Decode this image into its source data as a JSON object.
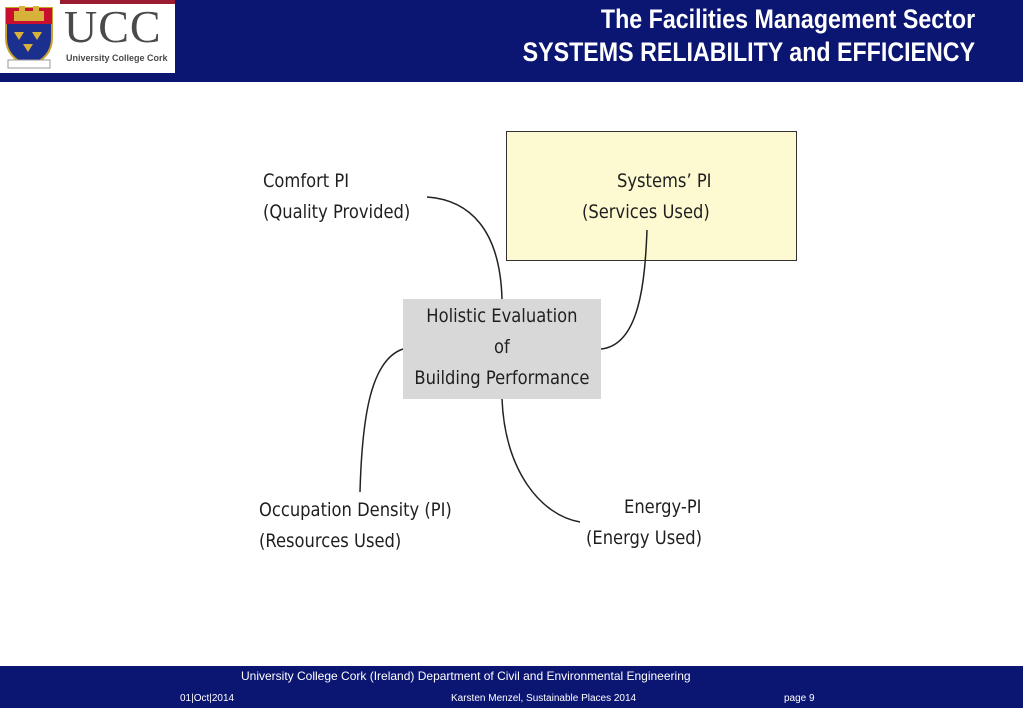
{
  "header": {
    "logo_word": "UCC",
    "logo_subtitle": "University College Cork",
    "title_line1": "The Facilities Management Sector",
    "title_line2": "SYSTEMS RELIABILITY and EFFICIENCY"
  },
  "diagram": {
    "center": [
      "Holistic Evaluation",
      "of",
      "Building Performance"
    ],
    "comfort": [
      "Comfort PI",
      "(Quality Provided)"
    ],
    "systems": [
      "Systems’ PI",
      "(Services Used)"
    ],
    "occupation": [
      "Occupation Density (PI)",
      "(Resources Used)"
    ],
    "energy": [
      "Energy-PI",
      "(Energy Used)"
    ]
  },
  "colors": {
    "header_bg": "#0b1572",
    "systems_box_fill": "#fdfad2",
    "center_box_fill": "#d8d8d8"
  },
  "footer": {
    "main": "University  College  Cork   (Ireland)   Department of Civil and Environmental Engineering",
    "date": "01|Oct|2014",
    "author": "Karsten Menzel, Sustainable Places 2014",
    "page": "page 9"
  }
}
